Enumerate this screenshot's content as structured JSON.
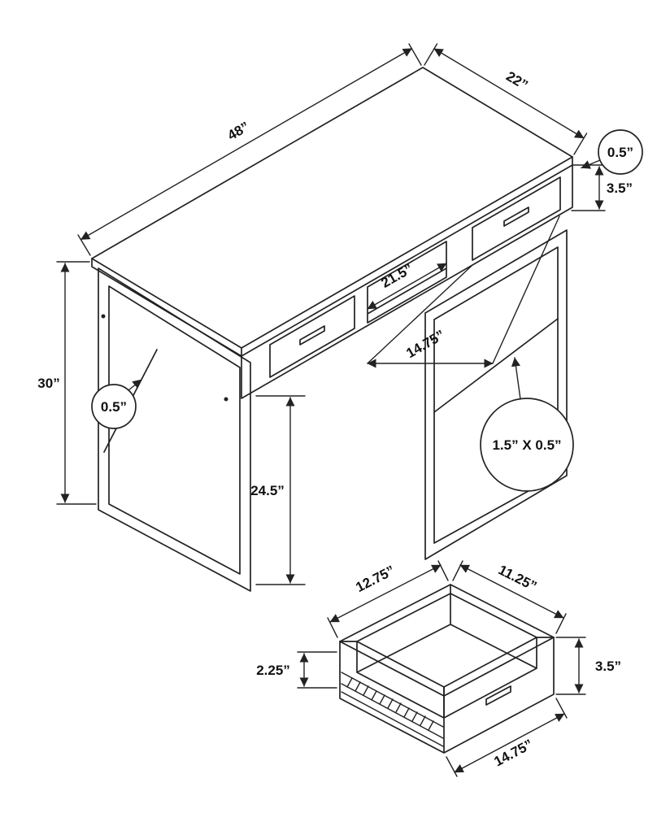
{
  "diagram": {
    "type": "furniture-dimension-drawing",
    "subject": "computer desk with storage drawers",
    "line_color": "#222222",
    "background": "#ffffff",
    "desk": {
      "width": "48”",
      "depth": "22”",
      "edge_thickness": "0.5”",
      "apron_height": "3.5”",
      "height": "30”",
      "cubby_width": "21.5”",
      "drawer_opening_width": "14.75”",
      "brace_thickness": "0.5”",
      "frame_tube": "1.5” X 0.5”",
      "clearance_height": "24.5”"
    },
    "drawer": {
      "inner_width": "12.75”",
      "inner_depth": "11.25”",
      "rail_height": "2.25”",
      "front_height": "3.5”",
      "front_width": "14.75”"
    }
  }
}
